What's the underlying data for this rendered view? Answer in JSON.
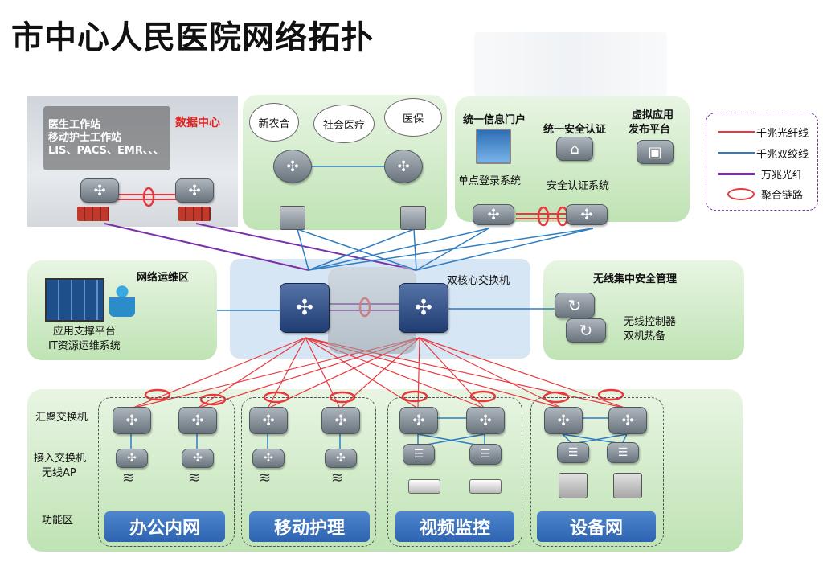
{
  "title": "市中心人民医院网络拓扑",
  "datacenter": {
    "lines": [
      "医生工作站",
      "移动护士工作站",
      "LIS、PACS、EMR、、、"
    ],
    "label": "数据中心"
  },
  "external": {
    "clouds": [
      "新农合",
      "社会医疗",
      "医保"
    ]
  },
  "portal": {
    "labels": [
      "统一信息门户",
      "统一安全认证",
      "虚拟应用",
      "发布平台"
    ],
    "sub": [
      "单点登录系统",
      "安全认证系统"
    ]
  },
  "ops": {
    "title": "网络运维区",
    "lines": [
      "应用支撑平台",
      "IT资源运维系统"
    ]
  },
  "core": {
    "label": "双核心交换机"
  },
  "wireless": {
    "title": "无线集中安全管理",
    "lines": [
      "无线控制器",
      "双机热备"
    ]
  },
  "rows": {
    "agg": "汇聚交换机",
    "access": [
      "接入交换机",
      "无线AP"
    ],
    "func": "功能区"
  },
  "zones": [
    "办公内网",
    "移动护理",
    "视频监控",
    "设备网"
  ],
  "legend": {
    "items": [
      "千兆光纤线",
      "千兆双绞线",
      "万兆光纤",
      "聚合链路"
    ],
    "colors": [
      "#e8383d",
      "#2f7dc1",
      "#7b2fa8",
      "#e8383d"
    ]
  },
  "icons": [
    "router-icon",
    "firewall-icon",
    "switch-icon",
    "monitor-icon",
    "camera-icon",
    "wifi-icon",
    "controller-icon"
  ]
}
